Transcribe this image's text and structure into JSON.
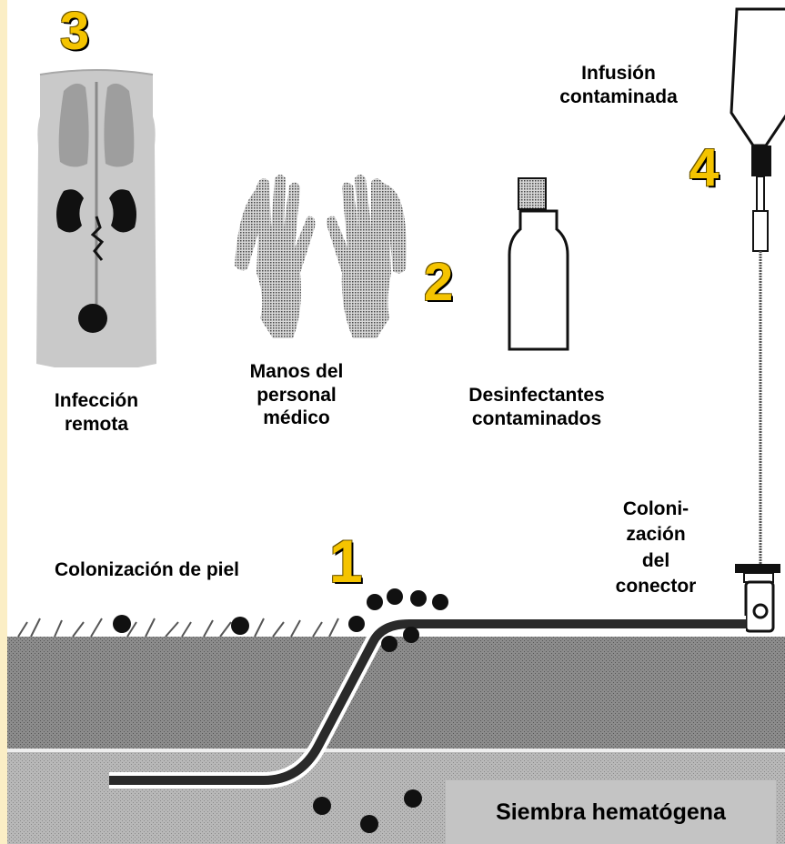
{
  "labels": {
    "infeccion_remota": "Infección\nremota",
    "manos": "Manos del\npersonal\nmédico",
    "desinfectantes": "Desinfectantes\ncontaminados",
    "infusion": "Infusión\ncontaminada",
    "colonizacion_conector": "Coloni-\nzación\ndel\nconector",
    "colonizacion_piel": "Colonización de piel",
    "siembra": "Siembra hematógena"
  },
  "numbers": {
    "n1": "1",
    "n2": "2",
    "n3": "3",
    "n4": "4"
  },
  "colors": {
    "border": "#fbeec5",
    "skin_layer": "#7a7a7a",
    "tissue_layer": "#a9a9a9",
    "number_fill": "#f5c400"
  }
}
